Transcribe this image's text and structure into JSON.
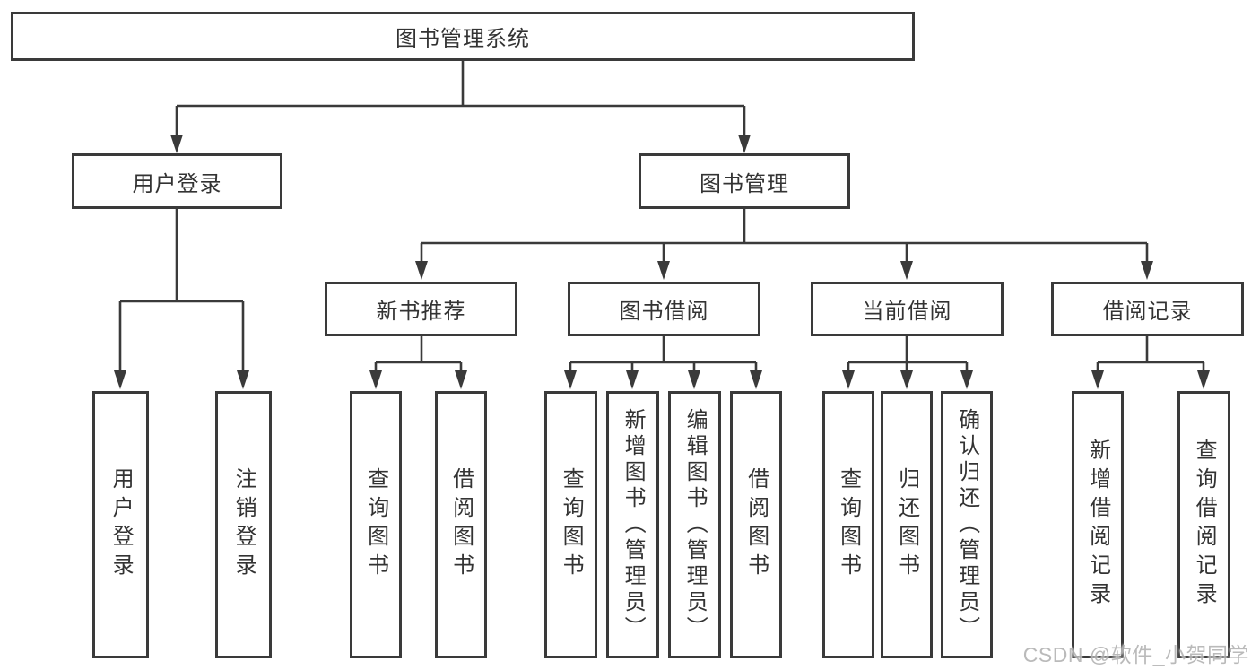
{
  "diagram": {
    "type": "hierarchy",
    "tree": {
      "label": "图书管理系统",
      "children": [
        {
          "label": "用户登录",
          "children": [
            {
              "label": "用户登录"
            },
            {
              "label": "注销登录"
            }
          ]
        },
        {
          "label": "图书管理",
          "children": [
            {
              "label": "新书推荐",
              "children": [
                {
                  "label": "查询图书"
                },
                {
                  "label": "借阅图书"
                }
              ]
            },
            {
              "label": "图书借阅",
              "children": [
                {
                  "label": "查询图书"
                },
                {
                  "label": "新增图书（管理员）"
                },
                {
                  "label": "编辑图书（管理员）"
                },
                {
                  "label": "借阅图书"
                }
              ]
            },
            {
              "label": "当前借阅",
              "children": [
                {
                  "label": "查询图书"
                },
                {
                  "label": "归还图书"
                },
                {
                  "label": "确认归还（管理员）"
                }
              ]
            },
            {
              "label": "借阅记录",
              "children": [
                {
                  "label": "新增借阅记录"
                },
                {
                  "label": "查询借阅记录"
                }
              ]
            }
          ]
        }
      ]
    },
    "colors": {
      "line": "#3a3a3a",
      "text": "#333333",
      "background": "#ffffff",
      "watermark": "#b3b3b3"
    }
  },
  "watermark": "CSDN @软件_小贺同学"
}
